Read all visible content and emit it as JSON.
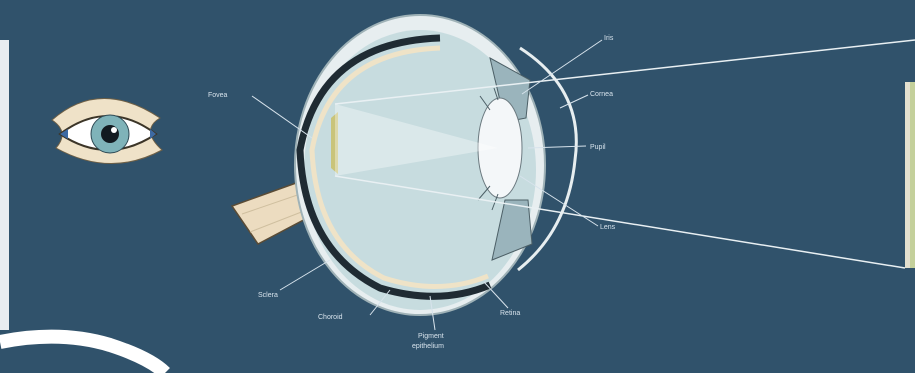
{
  "colors": {
    "background": "#30526b",
    "eyeball_fill": "#c7dcdf",
    "sclera": "#e7eef0",
    "outline": "#1f2b33",
    "lens": "#f4f7f9",
    "accent_yellow": "#c9c47a"
  },
  "labels": {
    "iris": "Iris",
    "cornea": "Cornea",
    "pupil": "Pupil",
    "lens": "Lens",
    "fovea": "Fovea",
    "sclera": "Sclera",
    "choroid": "Choroid",
    "pigment_epithelium_line1": "Pigment",
    "pigment_epithelium_line2": "epithelium",
    "retina": "Retina"
  },
  "icons": {
    "small_eye": "eye-icon",
    "decorative_arc": "white-arc"
  }
}
